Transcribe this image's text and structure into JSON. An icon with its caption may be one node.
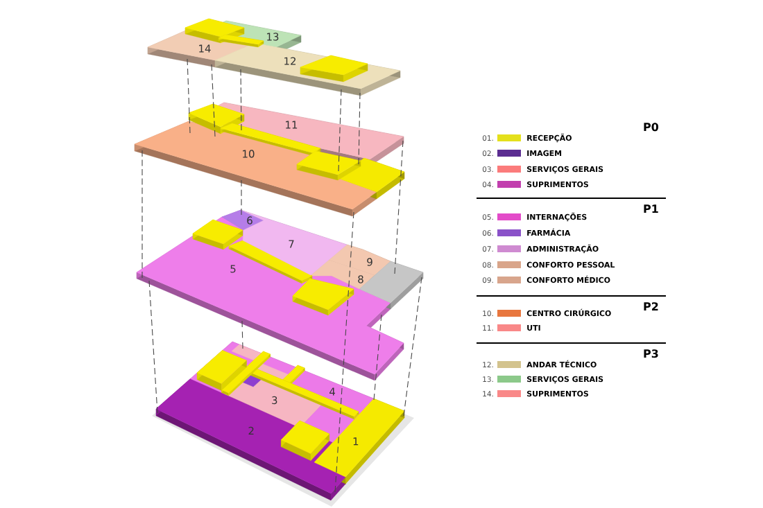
{
  "diagram": {
    "nodes": [
      {
        "text": [],
        "shape": "box"
      },
      {
        "text": [
          "13"
        ],
        "in": 0
      },
      {
        "text": [
          "14"
        ],
        "in": 0
      },
      {
        "text": [
          "12"
        ],
        "in": 0
      },
      {
        "text": [],
        "shape": "box"
      },
      {
        "text": [
          "11"
        ],
        "in": 4
      },
      {
        "text": [
          "10"
        ],
        "in": 4
      },
      {
        "text": [],
        "shape": "box"
      },
      {
        "text": [
          "6"
        ],
        "in": 7
      },
      {
        "text": [
          "7"
        ],
        "in": 7
      },
      {
        "text": [
          "9"
        ],
        "in": 7
      },
      {
        "text": [
          "8"
        ],
        "in": 7
      },
      {
        "text": [
          "5"
        ],
        "in": 7
      },
      {
        "text": [],
        "shape": "box"
      },
      {
        "text": [
          "4"
        ],
        "in": 13
      },
      {
        "text": [
          "3"
        ],
        "in": 13
      },
      {
        "text": [
          "2"
        ],
        "in": 13
      },
      {
        "text": [
          "1"
        ],
        "in": 13
      }
    ],
    "edges": [
      {
        "from": 2,
        "to": 4,
        "arrow": "none",
        "style": "dashed"
      },
      {
        "from": 2,
        "to": 4,
        "arrow": "none",
        "style": "dashed"
      },
      {
        "from": 0,
        "to": 4,
        "arrow": "none",
        "style": "dashed"
      },
      {
        "from": 0,
        "to": 4,
        "arrow": "none",
        "style": "dashed"
      },
      {
        "from": 0,
        "to": 4,
        "arrow": "none",
        "style": "dashed"
      },
      {
        "from": 4,
        "to": 7,
        "arrow": "none",
        "style": "dashed"
      },
      {
        "from": 4,
        "to": 8,
        "arrow": "none",
        "style": "dashed"
      },
      {
        "from": 4,
        "to": 7,
        "arrow": "none",
        "style": "dashed"
      },
      {
        "from": 4,
        "to": 13,
        "arrow": "none",
        "style": "dashed"
      },
      {
        "from": 7,
        "to": 13,
        "arrow": "none",
        "style": "dashed"
      },
      {
        "from": 7,
        "to": 13,
        "arrow": "none",
        "style": "dashed"
      },
      {
        "from": 7,
        "to": 13,
        "arrow": "none",
        "style": "dashed"
      },
      {
        "from": 7,
        "to": 13,
        "arrow": "none",
        "style": "dashed"
      }
    ],
    "labels": [
      "P0",
      "01.",
      "02.",
      "03.",
      "04.",
      "P1",
      "05.",
      "06.",
      "07.",
      "08.",
      "09.",
      "P2",
      "10.",
      "11.",
      "P3",
      "12.",
      "13.",
      "14."
    ],
    "legend": [
      {
        "text": "RECEPÇÃO",
        "color": "#e4e01c"
      },
      {
        "text": "IMAGEM",
        "color": "#5b2d91"
      },
      {
        "text": "SERVIÇOS GERAIS",
        "color": "#fb7b7b"
      },
      {
        "text": "SUPRIMENTOS",
        "color": "#c23fae"
      },
      {
        "text": "INTERNAÇÕES",
        "color": "#e34bc9"
      },
      {
        "text": "FARMÁCIA",
        "color": "#8a52c9"
      },
      {
        "text": "ADMINISTRAÇÃO",
        "color": "#cf8bd1"
      },
      {
        "text": "CONFORTO PESSOAL",
        "color": "#d9a58a"
      },
      {
        "text": "CONFORTO MÉDICO",
        "color": "#d8a58c"
      },
      {
        "text": "CENTRO CIRÚRGICO",
        "color": "#e8773f"
      },
      {
        "text": "UTI",
        "color": "#f98888"
      },
      {
        "text": "ANDAR TÉCNICO",
        "color": "#d3c38e"
      },
      {
        "text": "SERVIÇOS GERAIS",
        "color": "#8cc98a"
      },
      {
        "text": "SUPRIMENTOS",
        "color": "#f98888"
      }
    ]
  }
}
